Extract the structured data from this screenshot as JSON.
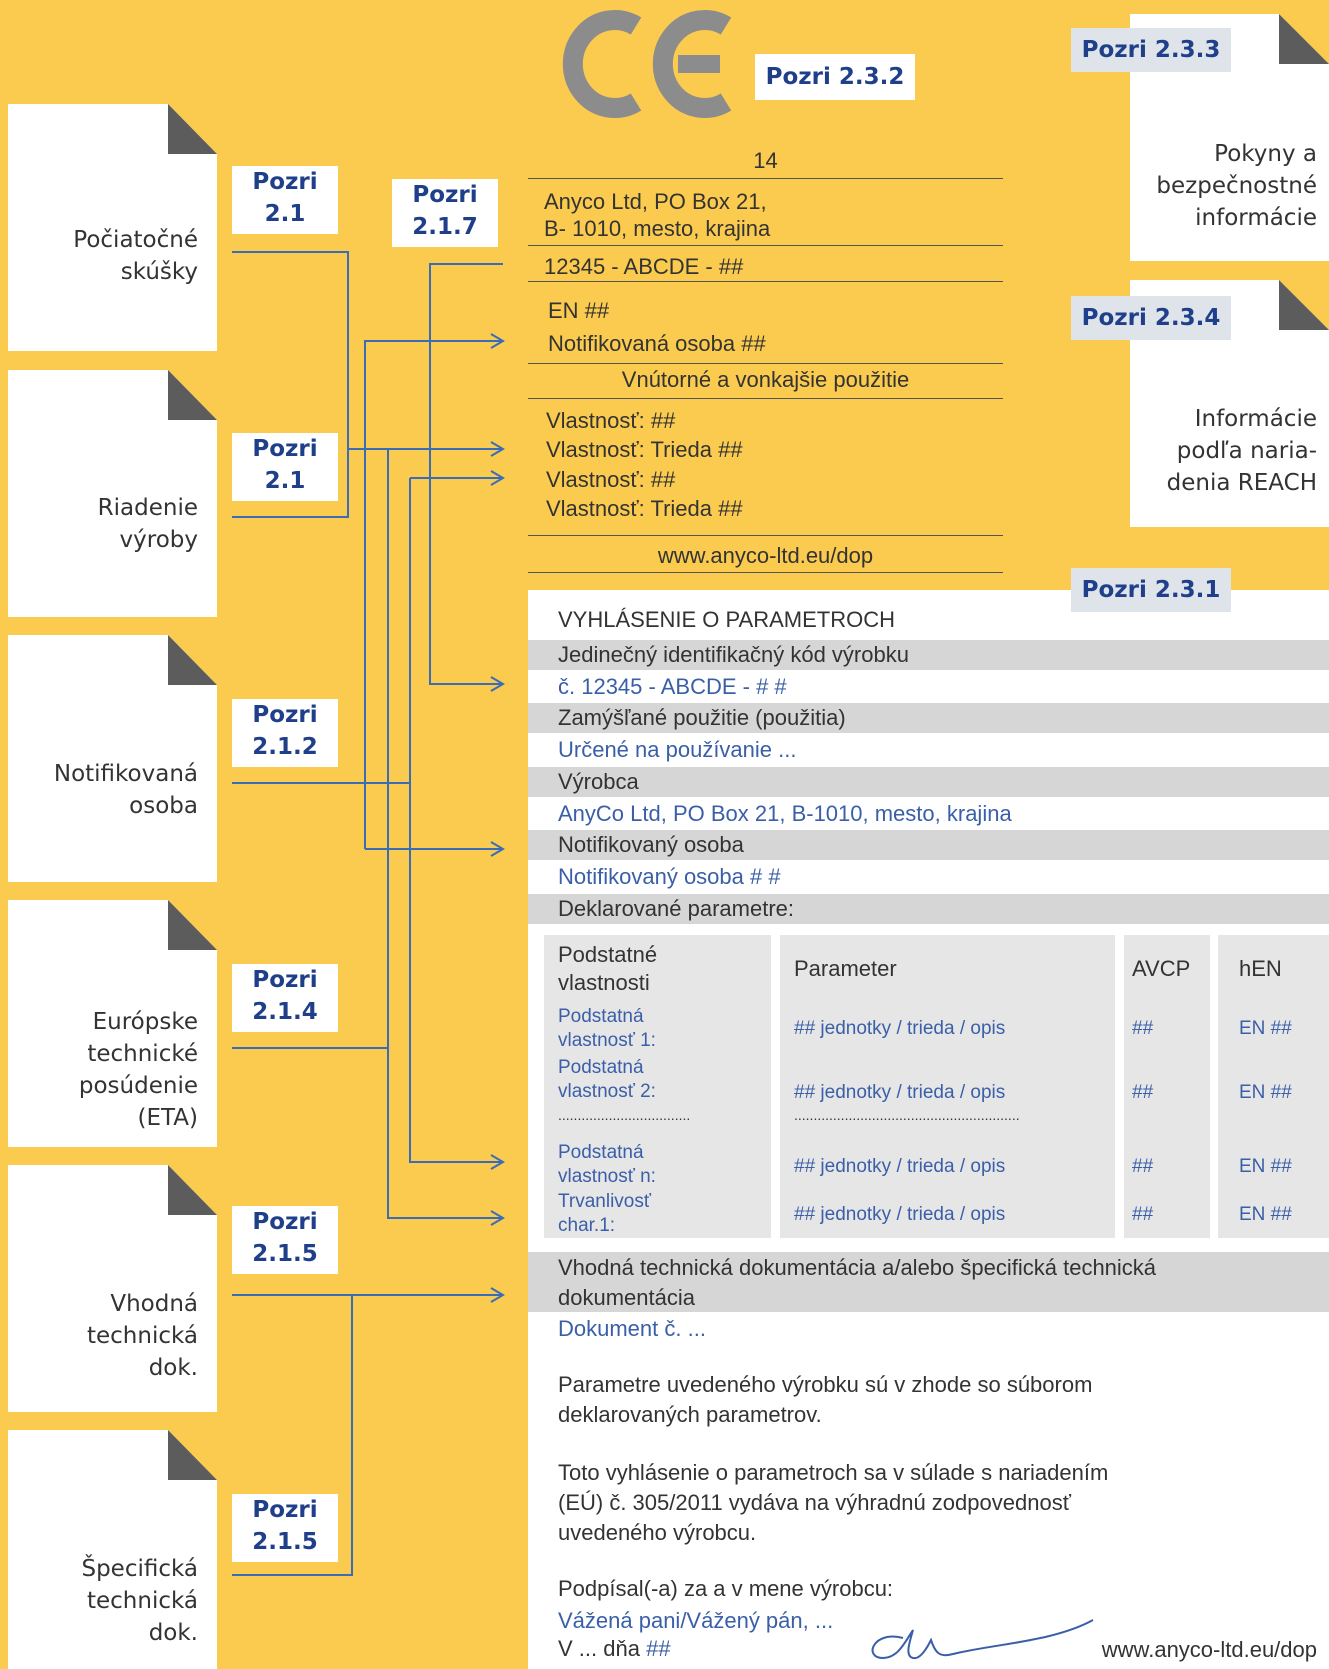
{
  "left_docs": [
    {
      "label": "Počiatočné\nskúšky",
      "tag": "Pozri\n2.1"
    },
    {
      "label": "Riadenie\nvýroby",
      "tag": "Pozri\n2.1"
    },
    {
      "label": "Notifikovaná\nosoba",
      "tag": "Pozri\n2.1.2"
    },
    {
      "label": "Európske\ntechnické\nposúdenie\n(ETA)",
      "tag": "Pozri\n2.1.4"
    },
    {
      "label": "Vhodná\ntechnická\ndok.",
      "tag": "Pozri\n2.1.5"
    },
    {
      "label": "Špecifická\ntechnická\ndok.",
      "tag": "Pozri\n2.1.5"
    }
  ],
  "tag_217": "Pozri\n2.1.7",
  "ce_mark": {
    "symbol": "CE",
    "tag": "Pozri 2.3.2",
    "year": "14",
    "address_line1": "Anyco Ltd, PO Box 21,",
    "address_line2": "B- 1010, mesto, krajina",
    "code": "12345 - ABCDE - ##",
    "standard": "EN ##",
    "notified_body": "Notifikovaná osoba ##",
    "use": "Vnútorné a vonkajšie použitie",
    "properties": [
      "Vlastnosť: ##",
      "Vlastnosť: Trieda ##",
      "Vlastnosť: ##",
      "Vlastnosť: Trieda ##"
    ],
    "url": "www.anyco-ltd.eu/dop"
  },
  "right_cards": [
    {
      "tag": "Pozri 2.3.3",
      "label": "Pokyny a\nbezpečnostné\ninformácie"
    },
    {
      "tag": "Pozri 2.3.4",
      "label": "Informácie\npodľa naria-\ndenia REACH"
    }
  ],
  "dop": {
    "tag": "Pozri 2.3.1",
    "title": "VYHLÁSENIE O PARAMETROCH",
    "sec_code": "Jedinečný identifikačný kód výrobku",
    "val_code": "č. 12345 - ABCDE - # #",
    "sec_use": "Zamýšľané použitie (použitia)",
    "val_use": "Určené na používanie ...",
    "sec_manufacturer": "Výrobca",
    "val_manufacturer": "AnyCo Ltd, PO Box 21, B-1010, mesto, krajina",
    "sec_notified": "Notifikovaný osoba",
    "val_notified": "Notifikovaný osoba # #",
    "sec_declared": "Deklarované parametre:",
    "table_headers": [
      "Podstatné\nvlastnosti",
      "Parameter",
      "AVCP",
      "hEN"
    ],
    "rows": [
      {
        "char": "Podstatná\nvlastnosť 1:",
        "param": "## jednotky / trieda / opis",
        "avcp": "##",
        "hen": "EN ##"
      },
      {
        "char": "Podstatná\nvlastnosť 2:",
        "param": "## jednotky / trieda / opis",
        "avcp": "##",
        "hen": "EN ##"
      },
      {
        "char": "Podstatná\nvlastnosť n:",
        "param": "## jednotky / trieda / opis",
        "avcp": "##",
        "hen": "EN ##"
      },
      {
        "char": "Trvanlivosť\nchar.1:",
        "param": "## jednotky / trieda / opis",
        "avcp": "##",
        "hen": "EN ##"
      }
    ],
    "dots_char": "..................................",
    "dots_param": "..........................................................",
    "sec_docs": "Vhodná technická dokumentácia a/alebo špecifická technická\ndokumentácia",
    "val_docs": "Dokument č. ...",
    "para1": "Parametre uvedeného výrobku sú v zhode so súborom\ndeklarovaných parametrov.",
    "para2": "Toto vyhlásenie o parametroch sa v súlade s nariadením\n(EÚ) č. 305/2011 vydáva na výhradnú zodpovednosť\nuvedeného výrobcu.",
    "signed": "Podpísal(-a) za a v mene výrobcu:",
    "signer": "Vážená pani/Vážený pán, ...",
    "place_prefix": "V ... dňa",
    "place_date": "##",
    "footer_url": "www.anyco-ltd.eu/dop"
  },
  "colors": {
    "background": "#FBCB4F",
    "line": "#3A6DB5",
    "tag_text": "#1F3F8A",
    "value_text": "#3A5FA8",
    "band": "#D6D6D6"
  }
}
